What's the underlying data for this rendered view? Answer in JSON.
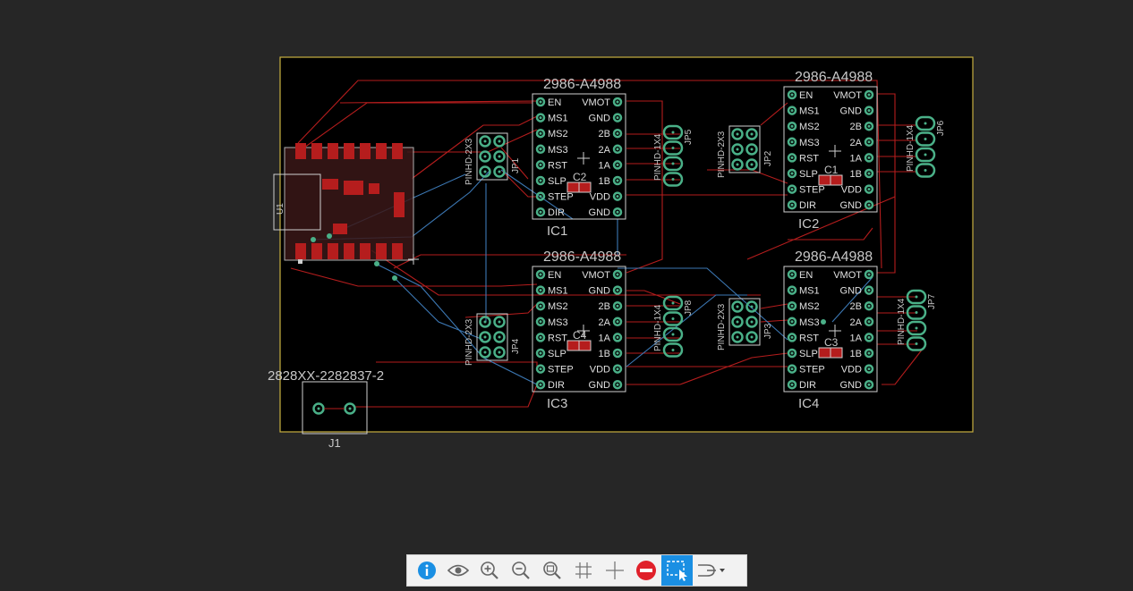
{
  "board": {
    "drivers": [
      {
        "name": "2986-A4988",
        "ref": "IC1"
      },
      {
        "name": "2986-A4988",
        "ref": "IC2"
      },
      {
        "name": "2986-A4988",
        "ref": "IC3"
      },
      {
        "name": "2986-A4988",
        "ref": "IC4"
      }
    ],
    "pins_left": [
      "EN",
      "MS1",
      "MS2",
      "MS3",
      "RST",
      "SLP",
      "STEP",
      "DIR"
    ],
    "pins_right": [
      "VMOT",
      "GND",
      "2B",
      "2A",
      "1A",
      "1B",
      "VDD",
      "GND"
    ],
    "capacitors": [
      "C2",
      "C1",
      "C4",
      "C3"
    ],
    "headers_2x3": [
      {
        "type": "PINHD-2X3",
        "ref": "JP1"
      },
      {
        "type": "PINHD-2X3",
        "ref": "JP2"
      },
      {
        "type": "PINHD-2X3",
        "ref": "JP4"
      },
      {
        "type": "PINHD-2X3",
        "ref": "JP3"
      }
    ],
    "headers_1x4": [
      {
        "type": "PINHD-1X4",
        "ref": "JP5"
      },
      {
        "type": "PINHD-1X4",
        "ref": "JP6"
      },
      {
        "type": "PINHD-1X4",
        "ref": "JP8"
      },
      {
        "type": "PINHD-1X4",
        "ref": "JP7"
      }
    ],
    "mcu_ref": "U1",
    "connector": {
      "name": "2828XX-2282837-2",
      "ref": "J1"
    }
  },
  "colors": {
    "board_outline": "#c8b040",
    "top_copper": "#b51d1d",
    "bottom_copper": "#3c78b4",
    "pad": "#4ab088",
    "silkscreen": "#cfcfcf"
  },
  "toolbar": {
    "buttons": [
      {
        "name": "info-button",
        "icon": "info-icon"
      },
      {
        "name": "visibility-button",
        "icon": "eye-icon"
      },
      {
        "name": "zoom-in-button",
        "icon": "zoom-in-icon"
      },
      {
        "name": "zoom-out-button",
        "icon": "zoom-out-icon"
      },
      {
        "name": "zoom-fit-button",
        "icon": "zoom-fit-icon"
      },
      {
        "name": "grid-button",
        "icon": "grid-icon"
      },
      {
        "name": "crosshair-button",
        "icon": "crosshair-icon"
      },
      {
        "name": "stop-button",
        "icon": "stop-icon"
      },
      {
        "name": "select-button",
        "icon": "select-icon",
        "active": true
      },
      {
        "name": "route-button",
        "icon": "route-icon"
      }
    ]
  }
}
